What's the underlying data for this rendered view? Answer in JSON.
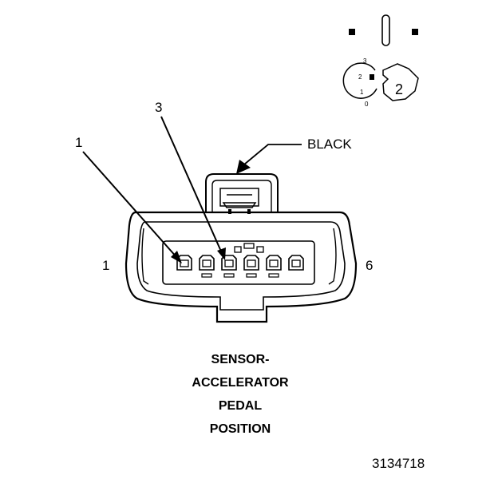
{
  "callouts": {
    "pin_1": "1",
    "pin_3": "3",
    "color": "BLACK"
  },
  "end_labels": {
    "left": "1",
    "right": "6"
  },
  "keyway_legend": {
    "positions": [
      "3",
      "2",
      "1",
      "0"
    ],
    "key": "2"
  },
  "title_lines": [
    "SENSOR-",
    "ACCELERATOR",
    "PEDAL",
    "POSITION"
  ],
  "figure_number": "3134718",
  "colors": {
    "ink": "#000000",
    "paper": "#ffffff"
  }
}
